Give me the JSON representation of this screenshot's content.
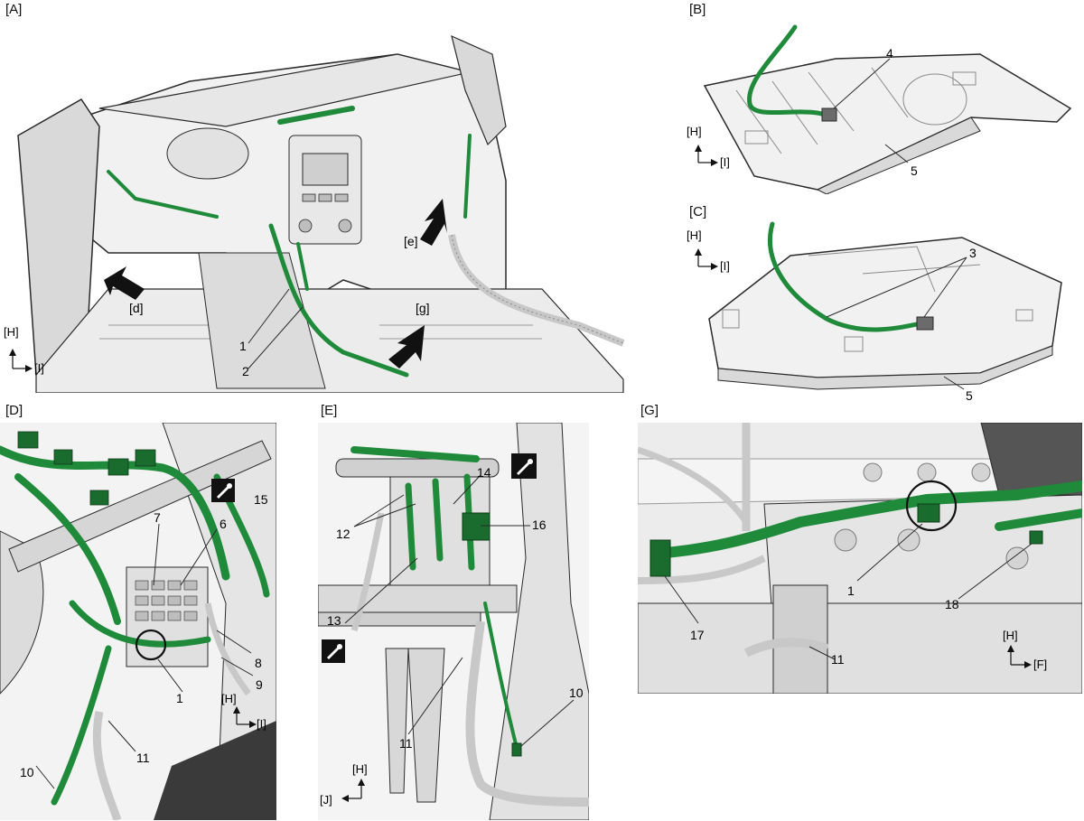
{
  "panels": {
    "A": {
      "label": "[A]",
      "callouts": {
        "c1": "1",
        "c2": "2"
      },
      "views": {
        "d": "[d]",
        "e": "[e]",
        "g": "[g]"
      },
      "axis": {
        "up": "[H]",
        "right": "[I]"
      }
    },
    "B": {
      "label": "[B]",
      "callouts": {
        "c4": "4",
        "c5": "5"
      },
      "axis": {
        "up": "[H]",
        "right": "[I]"
      }
    },
    "C": {
      "label": "[C]",
      "callouts": {
        "c3": "3",
        "c5": "5"
      },
      "axis": {
        "up": "[H]",
        "right": "[I]"
      }
    },
    "D": {
      "label": "[D]",
      "callouts": {
        "c1": "1",
        "c6": "6",
        "c7": "7",
        "c8": "8",
        "c9": "9",
        "c10": "10",
        "c11": "11",
        "c15": "15"
      },
      "axis": {
        "up": "[H]",
        "right": "[I]"
      }
    },
    "E": {
      "label": "[E]",
      "callouts": {
        "c10": "10",
        "c11": "11",
        "c12": "12",
        "c13": "13",
        "c14": "14",
        "c16": "16"
      },
      "axis": {
        "up": "[H]",
        "right": "[J]"
      }
    },
    "G": {
      "label": "[G]",
      "callouts": {
        "c1": "1",
        "c11": "11",
        "c17": "17",
        "c18": "18"
      },
      "axis": {
        "up": "[H]",
        "right": "[F]"
      }
    }
  },
  "colors": {
    "harness": "#1f8a3a",
    "line": "#2a2a2a",
    "fill": "#f1f1f1",
    "shade": "#d9d9d9"
  },
  "icons": {
    "grease": "grease-point-icon"
  }
}
